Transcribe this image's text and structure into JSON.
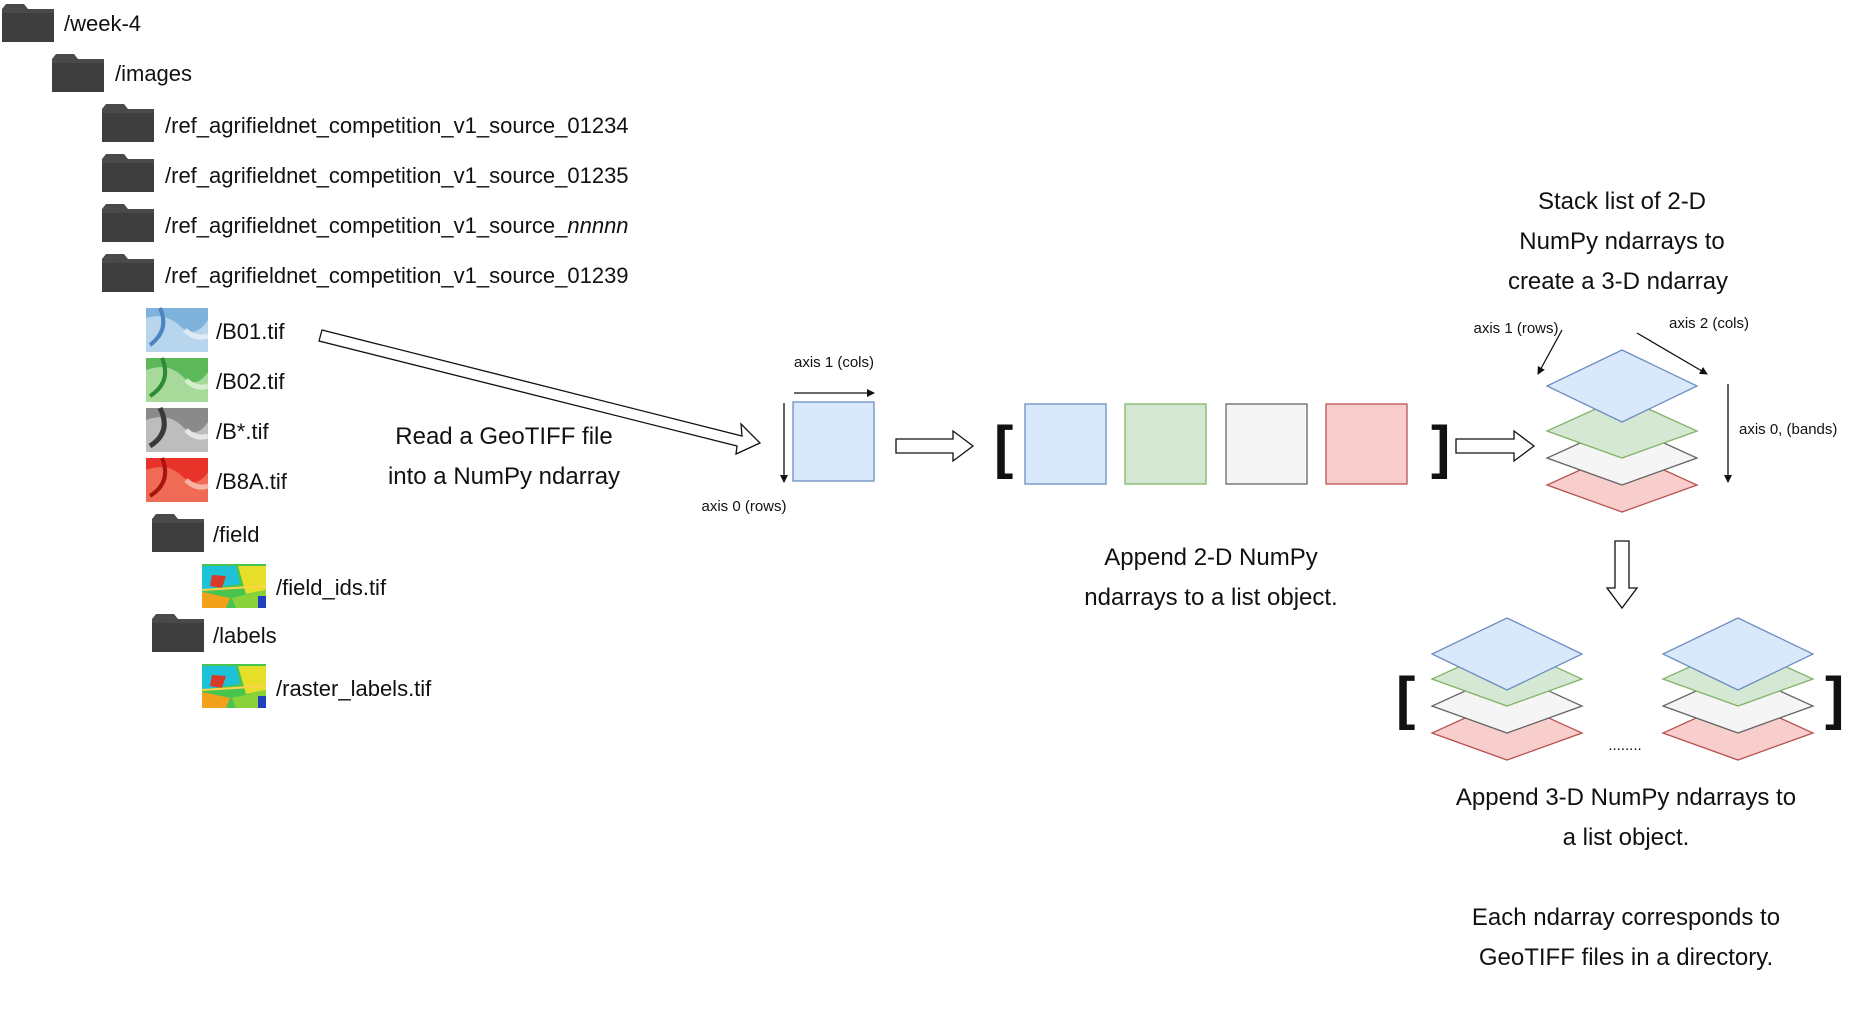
{
  "tree": {
    "root": "/week-4",
    "images": "/images",
    "sources": [
      {
        "prefix": "/ref_agrifieldnet_competition_v1_source_",
        "suffix": "01234"
      },
      {
        "prefix": "/ref_agrifieldnet_competition_v1_source_",
        "suffix": "01235"
      },
      {
        "prefix": "/ref_agrifieldnet_competition_v1_source_",
        "suffix": "nnnnn",
        "italic": true
      },
      {
        "prefix": "/ref_agrifieldnet_competition_v1_source_",
        "suffix": "01239"
      }
    ],
    "files": [
      "/B01.tif",
      "/B02.tif",
      "/B*.tif",
      "/B8A.tif"
    ],
    "field_folder": "/field",
    "field_file": "/field_ids.tif",
    "labels_folder": "/labels",
    "labels_file": "/raster_labels.tif"
  },
  "step1": {
    "caption": [
      "Read a GeoTIFF file",
      "into a NumPy ndarray"
    ],
    "axis_cols": "axis 1 (cols)",
    "axis_rows": "axis 0 (rows)"
  },
  "step2": {
    "caption": [
      "Append 2-D NumPy",
      "ndarrays to a list object."
    ],
    "open_bracket": "[",
    "close_bracket": "]"
  },
  "step3": {
    "caption": [
      "Stack list of 2-D",
      "NumPy ndarrays to",
      "create a 3-D ndarray"
    ],
    "axis_rows": "axis 1 (rows)",
    "axis_cols": "axis 2 (cols)",
    "axis_bands": "axis 0, (bands)"
  },
  "step4": {
    "caption": [
      "Append 3-D NumPy ndarrays to",
      "a list object."
    ],
    "ellipsis": "........",
    "open_bracket": "[",
    "close_bracket": "]"
  },
  "note": [
    "Each ndarray corresponds to",
    "GeoTIFF files in a directory."
  ],
  "colors": {
    "folder": "#4a4a4a",
    "blue": "#dae8fc",
    "green": "#d5e8d4",
    "gray": "#f5f5f5",
    "red": "#f8cecc",
    "blue_border": "#6c8ebf",
    "green_border": "#82b366",
    "gray_border": "#666666",
    "red_border": "#b85450"
  }
}
